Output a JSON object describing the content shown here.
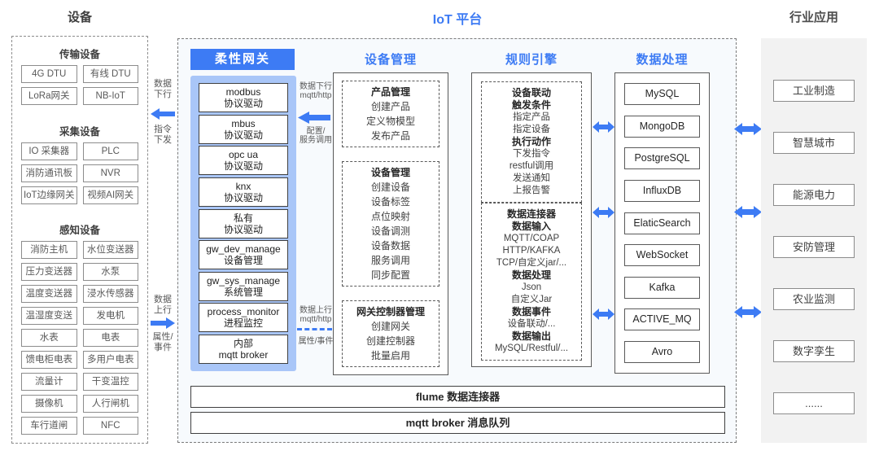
{
  "colors": {
    "accent_blue": "#3D7BF4",
    "gateway_panel_blue": "#A9C6F8",
    "platform_bg": "#F7FAFD",
    "industry_bg": "#F2F2F2",
    "gray_text": "#595959"
  },
  "devices": {
    "title": "设备",
    "sections": [
      {
        "title": "传输设备",
        "items": [
          "4G DTU",
          "有线 DTU",
          "LoRa网关",
          "NB-IoT"
        ]
      },
      {
        "title": "采集设备",
        "items": [
          "IO 采集器",
          "PLC",
          "消防通讯板",
          "NVR",
          "IoT边缘网关",
          "视频AI网关"
        ]
      },
      {
        "title": "感知设备",
        "items": [
          "消防主机",
          "水位变送器",
          "压力变送器",
          "水泵",
          "温度变送器",
          "浸水传感器",
          "温湿度变送",
          "发电机",
          "水表",
          "电表",
          "馈电柜电表",
          "多用户电表",
          "流量计",
          "干变温控",
          "摄像机",
          "人行闸机",
          "车行道闸",
          "NFC"
        ]
      }
    ]
  },
  "dev_link": {
    "down": {
      "l1": "数据",
      "l2": "下行"
    },
    "cmd": {
      "l1": "指令",
      "l2": "下发"
    },
    "up": {
      "l1": "数据",
      "l2": "上行"
    },
    "attr": {
      "l1": "属性/",
      "l2": "事件"
    }
  },
  "platform": {
    "title": "IoT 平台"
  },
  "gateway": {
    "header": "柔性网关",
    "modules": [
      {
        "name": "modbus",
        "label": "协议驱动"
      },
      {
        "name": "mbus",
        "label": "协议驱动"
      },
      {
        "name": "opc ua",
        "label": "协议驱动"
      },
      {
        "name": "knx",
        "label": "协议驱动"
      },
      {
        "name": "私有",
        "label": "协议驱动"
      },
      {
        "name": "gw_dev_manage",
        "label": "设备管理"
      },
      {
        "name": "gw_sys_manage",
        "label": "系统管理"
      },
      {
        "name": "process_monitor",
        "label": "进程监控"
      },
      {
        "name": "内部",
        "label": "mqtt broker"
      }
    ]
  },
  "gw_link": {
    "down": {
      "l1": "数据下行",
      "l2": "mqtt/http"
    },
    "cfg": {
      "l1": "配置/",
      "l2": "服务调用"
    },
    "up": {
      "l1": "数据上行",
      "l2": "mqtt/http"
    },
    "attr": {
      "l1": "属性/事件",
      "l2": ""
    }
  },
  "device_mgmt": {
    "header": "设备管理",
    "groups": [
      {
        "title": "产品管理",
        "items": [
          "创建产品",
          "定义物模型",
          "发布产品"
        ]
      },
      {
        "title": "设备管理",
        "items": [
          "创建设备",
          "设备标签",
          "点位映射",
          "设备调测",
          "设备数据",
          "服务调用",
          "同步配置"
        ]
      },
      {
        "title": "网关控制器管理",
        "items": [
          "创建网关",
          "创建控制器",
          "批量启用"
        ]
      }
    ]
  },
  "rule_engine": {
    "header": "规则引擎",
    "groups": [
      {
        "lines": [
          {
            "t": "设备联动",
            "b": true
          },
          {
            "t": "触发条件",
            "b": true
          },
          {
            "t": "指定产品",
            "b": false
          },
          {
            "t": "指定设备",
            "b": false
          },
          {
            "t": "执行动作",
            "b": true
          },
          {
            "t": "下发指令",
            "b": false
          },
          {
            "t": "restful调用",
            "b": false
          },
          {
            "t": "发送通知",
            "b": false
          },
          {
            "t": "上报告警",
            "b": false
          }
        ]
      },
      {
        "lines": [
          {
            "t": "数据连接器",
            "b": true
          },
          {
            "t": "数据输入",
            "b": true
          },
          {
            "t": "MQTT/COAP",
            "b": false
          },
          {
            "t": "HTTP/KAFKA",
            "b": false
          },
          {
            "t": "TCP/自定义jar/...",
            "b": false
          },
          {
            "t": "数据处理",
            "b": true
          },
          {
            "t": "Json",
            "b": false
          },
          {
            "t": "自定义Jar",
            "b": false
          },
          {
            "t": "数据事件",
            "b": true
          },
          {
            "t": "设备联动/...",
            "b": false
          },
          {
            "t": "数据输出",
            "b": true
          },
          {
            "t": "MySQL/Restful/...",
            "b": false
          }
        ]
      }
    ]
  },
  "data_processing": {
    "header": "数据处理",
    "items": [
      "MySQL",
      "MongoDB",
      "PostgreSQL",
      "InfluxDB",
      "ElaticSearch",
      "WebSocket",
      "Kafka",
      "ACTIVE_MQ",
      "Avro"
    ]
  },
  "bottom": {
    "bar1": "flume 数据连接器",
    "bar2": "mqtt broker 消息队列"
  },
  "industry": {
    "title": "行业应用",
    "items": [
      "工业制造",
      "智慧城市",
      "能源电力",
      "安防管理",
      "农业监测",
      "数字孪生",
      "......"
    ]
  }
}
